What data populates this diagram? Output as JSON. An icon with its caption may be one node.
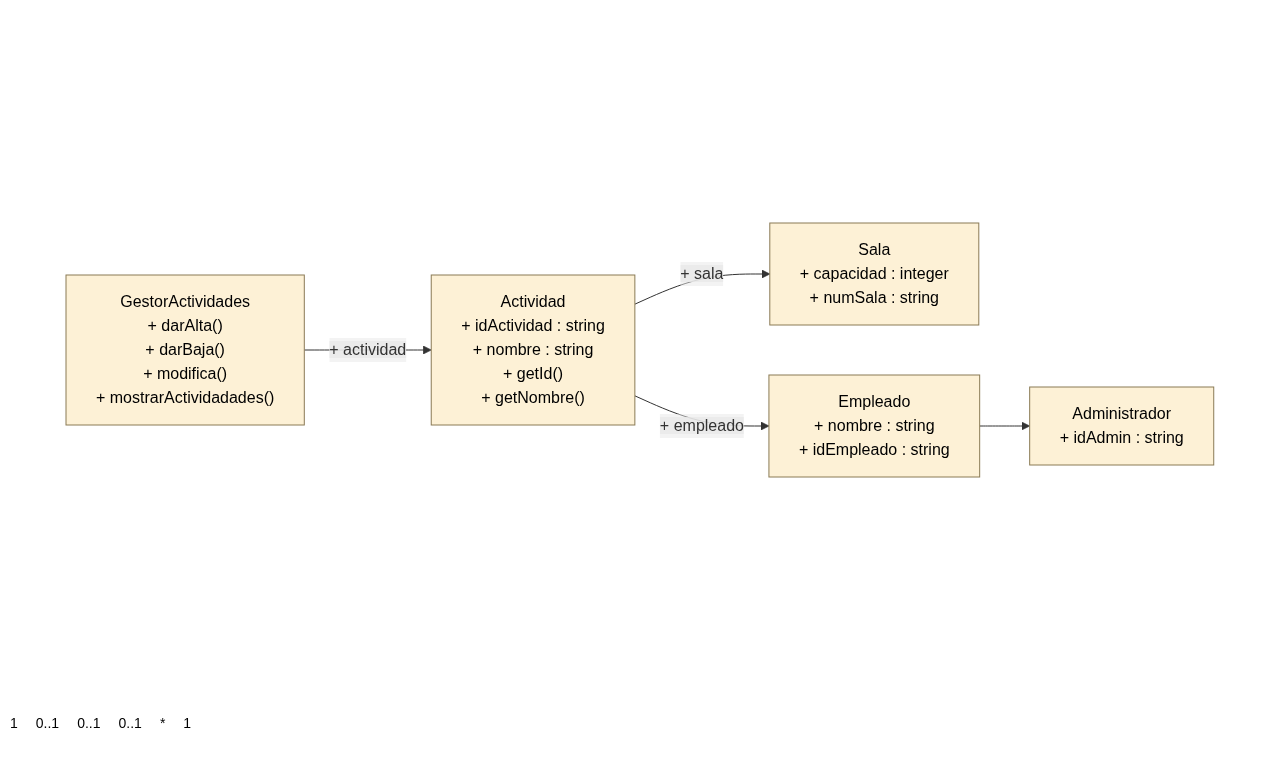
{
  "diagram": {
    "nodes": [
      {
        "text": [
          "Administrador",
          "+ idAdmin : string"
        ]
      },
      {
        "text": [
          "Sala",
          "+ capacidad : integer",
          "+ numSala : string"
        ]
      },
      {
        "text": [
          "Actividad",
          "+ idActividad : string",
          "+ nombre : string",
          "+ getId()",
          "+ getNombre()"
        ]
      },
      {
        "text": [
          "Empleado",
          "+ nombre : string",
          "+ idEmpleado : string"
        ]
      },
      {
        "text": [
          "GestorActividades",
          "+ darAlta()",
          "+ darBaja()",
          "+ modifica()",
          "+ mostrarActividadades()"
        ]
      }
    ],
    "edges": [
      {
        "from": 2,
        "to": 1,
        "arrow": "to",
        "label": "+ sala"
      },
      {
        "from": 2,
        "to": 3,
        "arrow": "to",
        "label": "+ empleado"
      },
      {
        "from": 4,
        "to": 2,
        "arrow": "to",
        "label": "+ actividad"
      },
      {
        "from": 3,
        "to": 0,
        "arrow": "to"
      }
    ],
    "labels": [
      "1",
      "0..1",
      "0..1",
      "0..1",
      "*",
      "1"
    ]
  }
}
